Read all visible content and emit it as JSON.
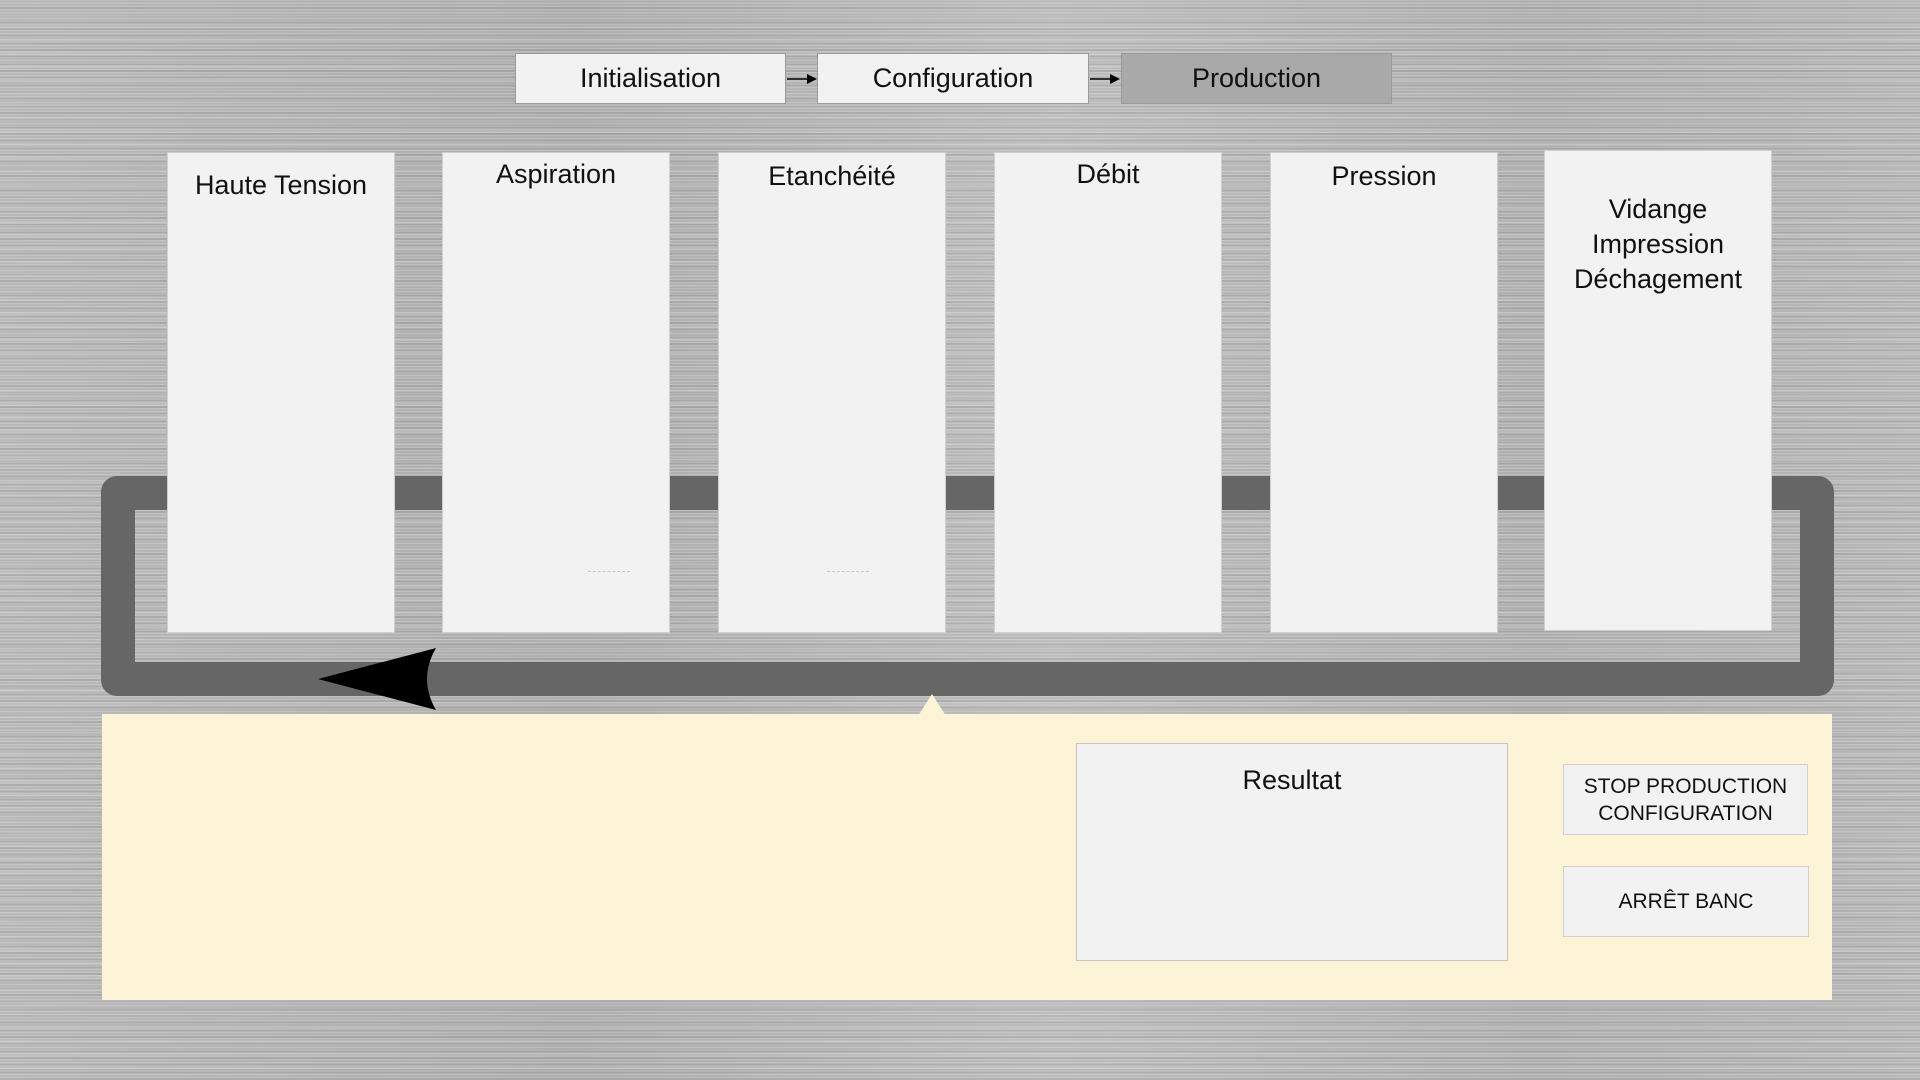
{
  "steps": [
    {
      "label": "Initialisation"
    },
    {
      "label": "Configuration"
    },
    {
      "label": "Production"
    }
  ],
  "stations": [
    {
      "label": "Haute Tension"
    },
    {
      "label": "Aspiration"
    },
    {
      "label": "Etanchéité"
    },
    {
      "label": "Débit"
    },
    {
      "label": "Pression"
    },
    {
      "label": "Vidange\nImpression\nDéchagement"
    }
  ],
  "result": {
    "title": "Resultat"
  },
  "buttons": {
    "stop_production": "STOP PRODUCTION\nCONFIGURATION",
    "arret_banc": "ARRÊT BANC"
  },
  "colors": {
    "loop": "#666666",
    "panel": "#fdf4d7",
    "active_step": "#a9a9a9",
    "card": "#f2f2f2"
  }
}
